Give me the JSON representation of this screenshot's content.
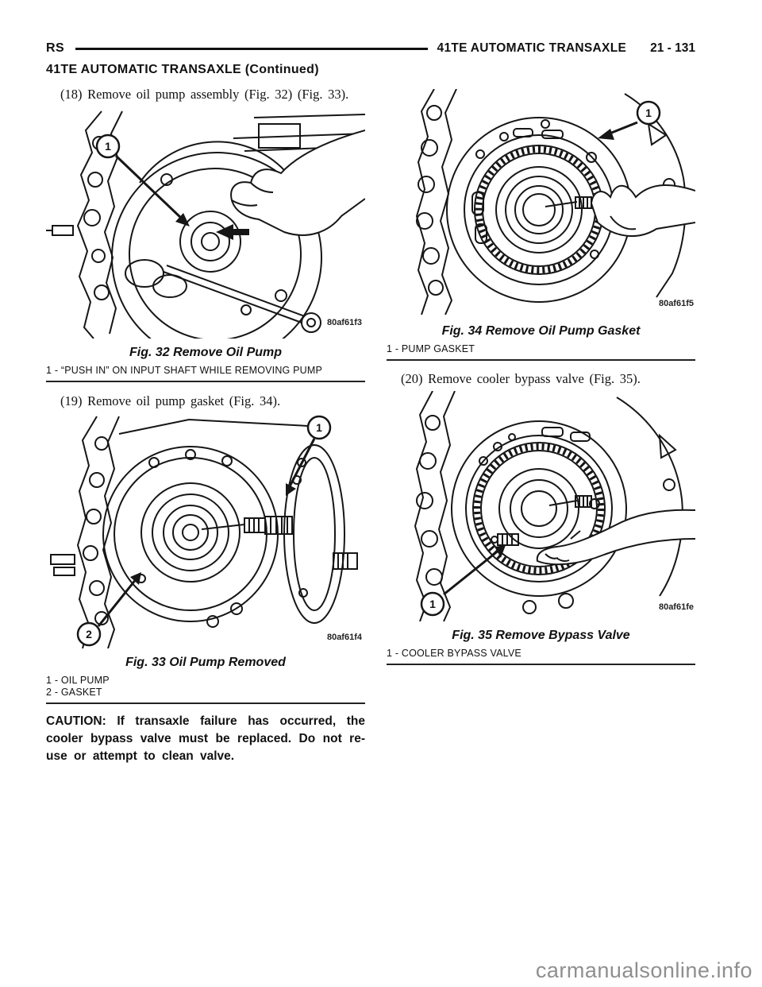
{
  "header": {
    "left_code": "RS",
    "section_title": "41TE AUTOMATIC TRANSAXLE",
    "page_number": "21 - 131",
    "continued_title": "41TE AUTOMATIC TRANSAXLE (Continued)"
  },
  "steps": {
    "s18": "(18) Remove oil pump assembly (Fig. 32) (Fig. 33).",
    "s19": "(19) Remove oil pump gasket (Fig. 34).",
    "s20": "(20) Remove cooler bypass valve (Fig. 35)."
  },
  "figures": {
    "fig32": {
      "caption": "Fig. 32 Remove Oil Pump",
      "code": "80af61f3",
      "callout_1": "1",
      "legend": [
        "1 - “PUSH IN” ON INPUT SHAFT WHILE REMOVING PUMP"
      ]
    },
    "fig33": {
      "caption": "Fig. 33 Oil Pump Removed",
      "code": "80af61f4",
      "callout_1": "1",
      "callout_2": "2",
      "legend": [
        "1 - OIL PUMP",
        "2 - GASKET"
      ]
    },
    "fig34": {
      "caption": "Fig. 34 Remove Oil Pump Gasket",
      "code": "80af61f5",
      "callout_1": "1",
      "legend": [
        "1 - PUMP GASKET"
      ]
    },
    "fig35": {
      "caption": "Fig. 35 Remove Bypass Valve",
      "code": "80af61fe",
      "callout_1": "1",
      "legend": [
        "1 - COOLER BYPASS VALVE"
      ]
    }
  },
  "caution": "CAUTION: If transaxle failure has occurred, the cooler bypass valve must be replaced. Do not re-use or attempt to clean valve.",
  "watermark": "carmanualsonline.info"
}
